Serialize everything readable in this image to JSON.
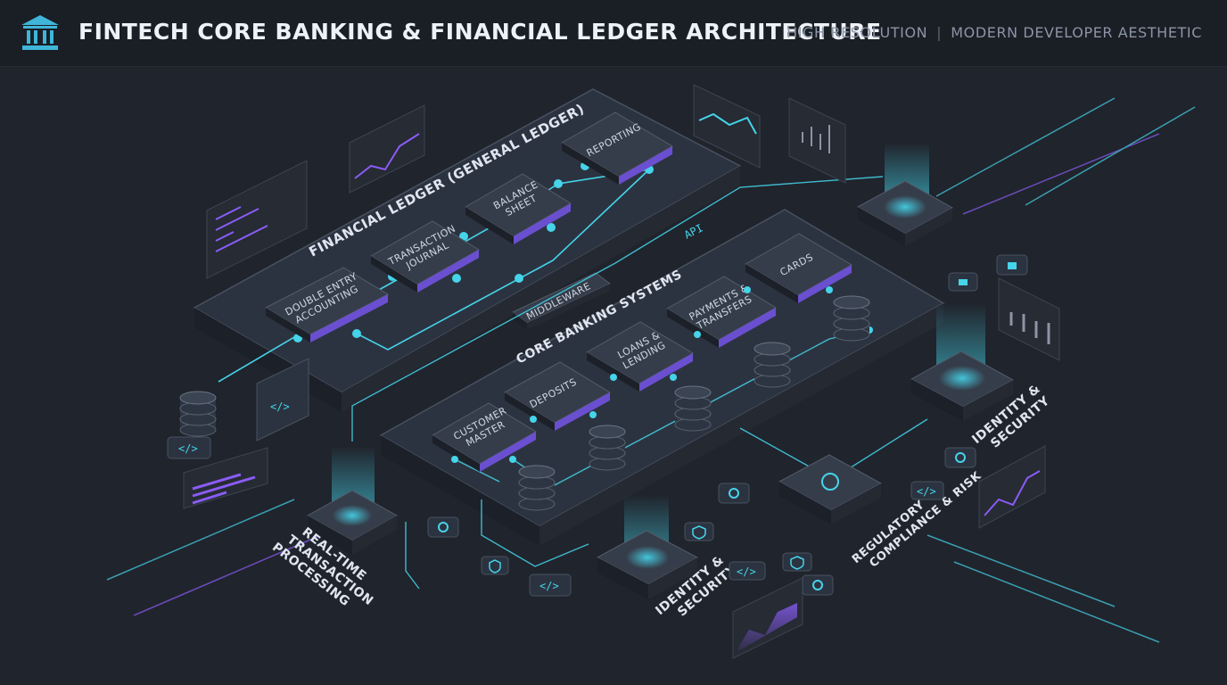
{
  "header": {
    "title": "FINTECH CORE BANKING & FINANCIAL LEDGER ARCHITECTURE",
    "tagline_left": "HIGH RESOLUTION",
    "tagline_right": "MODERN DEVELOPER AESTHETIC"
  },
  "ledger": {
    "title": "FINANCIAL LEDGER (GENERAL LEDGER)",
    "modules": [
      {
        "line1": "DOUBLE ENTRY",
        "line2": "ACCOUNTING"
      },
      {
        "line1": "TRANSACTION",
        "line2": "JOURNAL"
      },
      {
        "line1": "BALANCE",
        "line2": "SHEET"
      },
      {
        "line1": "REPORTING",
        "line2": ""
      }
    ]
  },
  "middleware": {
    "label": "MIDDLEWARE",
    "api_label": "API"
  },
  "core": {
    "title": "CORE BANKING SYSTEMS",
    "modules": [
      {
        "line1": "CUSTOMER",
        "line2": "MASTER"
      },
      {
        "line1": "DEPOSITS",
        "line2": ""
      },
      {
        "line1": "LOANS &",
        "line2": "LENDING"
      },
      {
        "line1": "PAYMENTS &",
        "line2": "TRANSFERS"
      },
      {
        "line1": "CARDS",
        "line2": ""
      }
    ]
  },
  "hubs": {
    "realtime": {
      "line1": "REAL-TIME",
      "line2": "TRANSACTION",
      "line3": "PROCESSING"
    },
    "identity_bottom": {
      "line1": "IDENTITY &",
      "line2": "SECURITY"
    },
    "identity_right": {
      "line1": "IDENTITY &",
      "line2": "SECURITY"
    },
    "compliance": {
      "line1": "REGULATORY",
      "line2": "COMPLIANCE & RISK"
    }
  },
  "icons": {
    "logo": "bank-building-icon",
    "code": "code-brackets-icon",
    "shield": "shield-icon",
    "database": "database-icon",
    "gear": "gear-icon",
    "lock": "lock-icon"
  },
  "colors": {
    "background": "#20242c",
    "header": "#1a1e25",
    "accent_cyan": "#45d4ea",
    "accent_purple": "#8a5cf6",
    "platform": "#2c3340",
    "module": "#363d4a"
  }
}
